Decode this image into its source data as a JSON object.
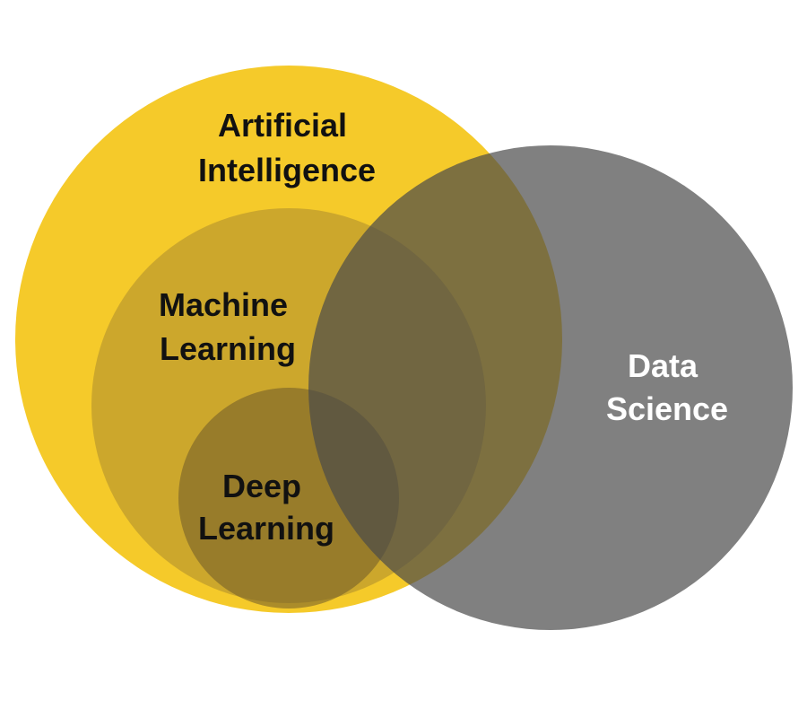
{
  "diagram": {
    "type": "venn",
    "sets": [
      {
        "id": "ai",
        "line1": "Artificial",
        "line2": "Intelligence",
        "fill": "#f5ca2a",
        "text_color": "#111111"
      },
      {
        "id": "ml",
        "line1": "Machine",
        "line2": "Learning",
        "fill": "#a98a2e",
        "text_color": "#111111",
        "contained_in": "ai"
      },
      {
        "id": "dl",
        "line1": "Deep",
        "line2": "Learning",
        "fill": "#6e5a2a",
        "text_color": "#111111",
        "contained_in": "ml"
      },
      {
        "id": "ds",
        "line1": "Data",
        "line2": "Science",
        "fill": "#4a4a4a",
        "text_color": "#ffffff",
        "overlaps": [
          "ai",
          "ml",
          "dl"
        ]
      }
    ]
  }
}
